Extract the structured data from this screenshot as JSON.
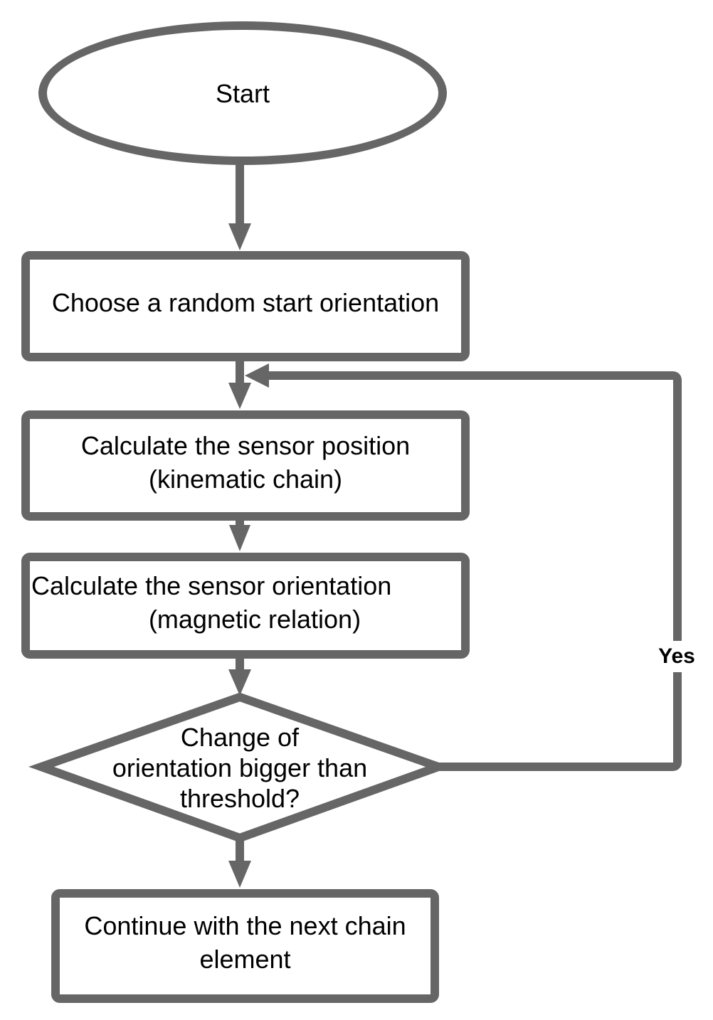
{
  "flowchart": {
    "start": {
      "label": "Start"
    },
    "boxes": [
      {
        "id": "choose-start-orientation",
        "lines": [
          "Choose a random start orientation"
        ]
      },
      {
        "id": "calculate-sensor-position",
        "lines": [
          "Calculate the sensor position",
          "(kinematic chain)"
        ]
      },
      {
        "id": "calculate-sensor-orientation",
        "lines": [
          "Calculate the sensor orientation",
          "(magnetic relation)"
        ]
      },
      {
        "id": "continue-next-chain-element",
        "lines": [
          "Continue with the next chain",
          "element"
        ]
      }
    ],
    "decision": {
      "lines": [
        "Change of",
        "orientation bigger than",
        "threshold?"
      ]
    },
    "yes_label": "Yes",
    "colors": {
      "stroke": "#666666",
      "text": "#000000",
      "background": "#ffffff"
    }
  }
}
